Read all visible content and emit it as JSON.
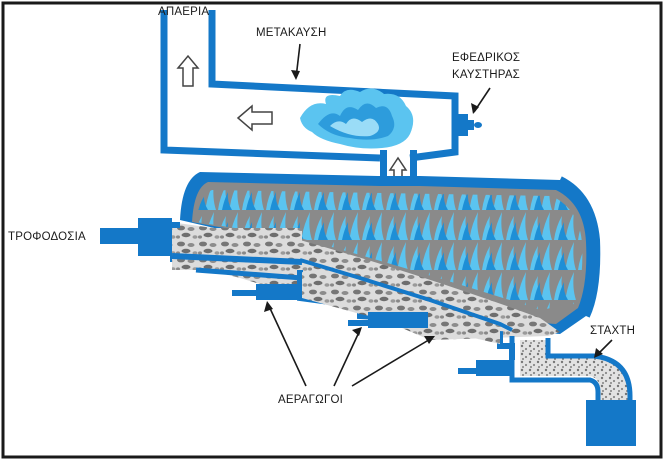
{
  "labels": {
    "flue_gases": "ΑΠΑΕΡΙΑ",
    "afterburning": "ΜΕΤΑΚΑΥΣΗ",
    "aux_burner_line1": "ΕΦΕΔΡΙΚΟΣ",
    "aux_burner_line2": "ΚΑΥΣΤΗΡΑΣ",
    "feeding": "ΤΡΟΦΟΔΟΣΙΑ",
    "ash": "ΣΤΑΧΤΗ",
    "air_ducts": "ΑΕΡΑΓΩΓΟΙ"
  },
  "colors": {
    "steel_blue": "#1478c8",
    "flame_blue": "#5bc4f0",
    "flame_dark": "#1e8fd6",
    "shell_gray": "#8a8a8a",
    "waste_light": "#d8d8d8",
    "waste_dark": "#707070",
    "frame": "#1a1a1a"
  }
}
